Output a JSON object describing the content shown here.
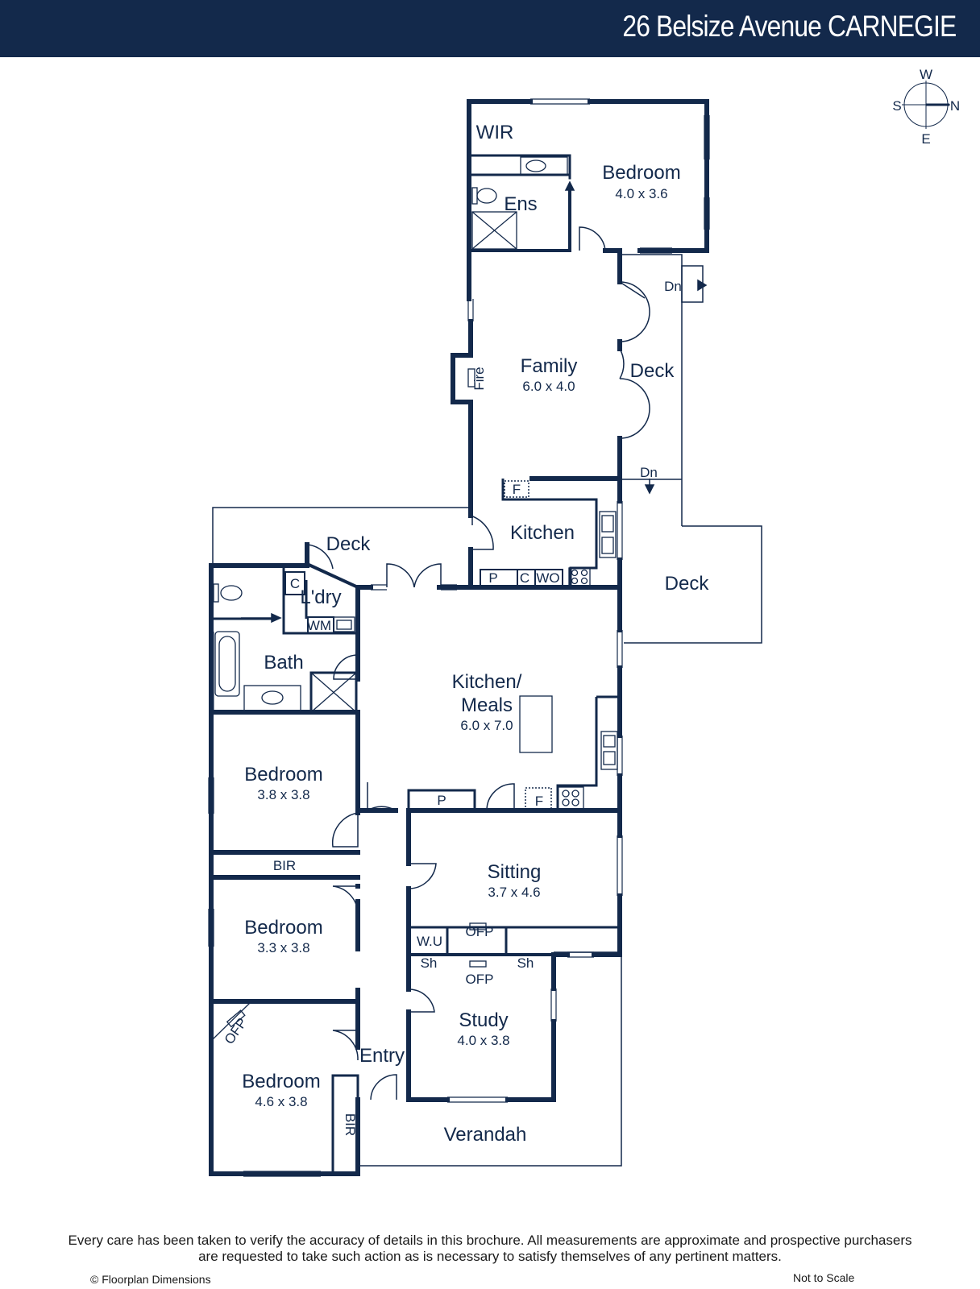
{
  "header": {
    "title": "26 Belsize Avenue CARNEGIE"
  },
  "compass": {
    "w": "W",
    "s": "S",
    "n": "N",
    "e": "E"
  },
  "rooms": {
    "wir": {
      "name": "WIR"
    },
    "master_bedroom": {
      "name": "Bedroom",
      "dims": "4.0 x 3.6"
    },
    "ensuite": {
      "name": "Ens"
    },
    "family": {
      "name": "Family",
      "dims": "6.0 x 4.0"
    },
    "fire": {
      "name": "Fire"
    },
    "deck_side": {
      "name": "Deck"
    },
    "deck_rear": {
      "name": "Deck"
    },
    "deck_east": {
      "name": "Deck"
    },
    "kitchen": {
      "name": "Kitchen"
    },
    "laundry": {
      "name": "L'dry"
    },
    "bath": {
      "name": "Bath"
    },
    "kitchen_meals": {
      "name_line1": "Kitchen/",
      "name_line2": "Meals",
      "dims": "6.0 x 7.0"
    },
    "bedroom_2": {
      "name": "Bedroom",
      "dims": "3.8 x 3.8"
    },
    "bedroom_3": {
      "name": "Bedroom",
      "dims": "3.3 x 3.8"
    },
    "bedroom_4": {
      "name": "Bedroom",
      "dims": "4.6 x 3.8"
    },
    "sitting": {
      "name": "Sitting",
      "dims": "3.7 x 4.6"
    },
    "study": {
      "name": "Study",
      "dims": "4.0 x 3.8"
    },
    "entry": {
      "name": "Entry"
    },
    "verandah": {
      "name": "Verandah"
    }
  },
  "fixtures": {
    "dn_top": "Dn",
    "dn_mid": "Dn",
    "fridge_kitchen": "F",
    "fridge_meals": "F",
    "pantry_kitchen": "P",
    "pantry_meals": "P",
    "cupboard_kitchen": "C",
    "cupboard_laundry": "C",
    "wall_oven": "WO",
    "washing_machine": "WM",
    "bir_bed2": "BIR",
    "bir_bed4": "BIR",
    "wall_unit": "W.U",
    "ofp_sitting": "OFP",
    "ofp_study": "OFP",
    "ofp_bedroom": "OFP",
    "shelf_left": "Sh",
    "shelf_right": "Sh"
  },
  "footer": {
    "disclaimer_line1": "Every care has been taken to verify the accuracy of details in this brochure. All measurements are approximate and prospective purchasers",
    "disclaimer_line2": "are requested to take such action as is necessary to satisfy themselves of any pertinent matters.",
    "copyright": "© Floorplan Dimensions",
    "scale_note": "Not to Scale"
  },
  "colors": {
    "navy": "#13294b",
    "white": "#ffffff"
  }
}
